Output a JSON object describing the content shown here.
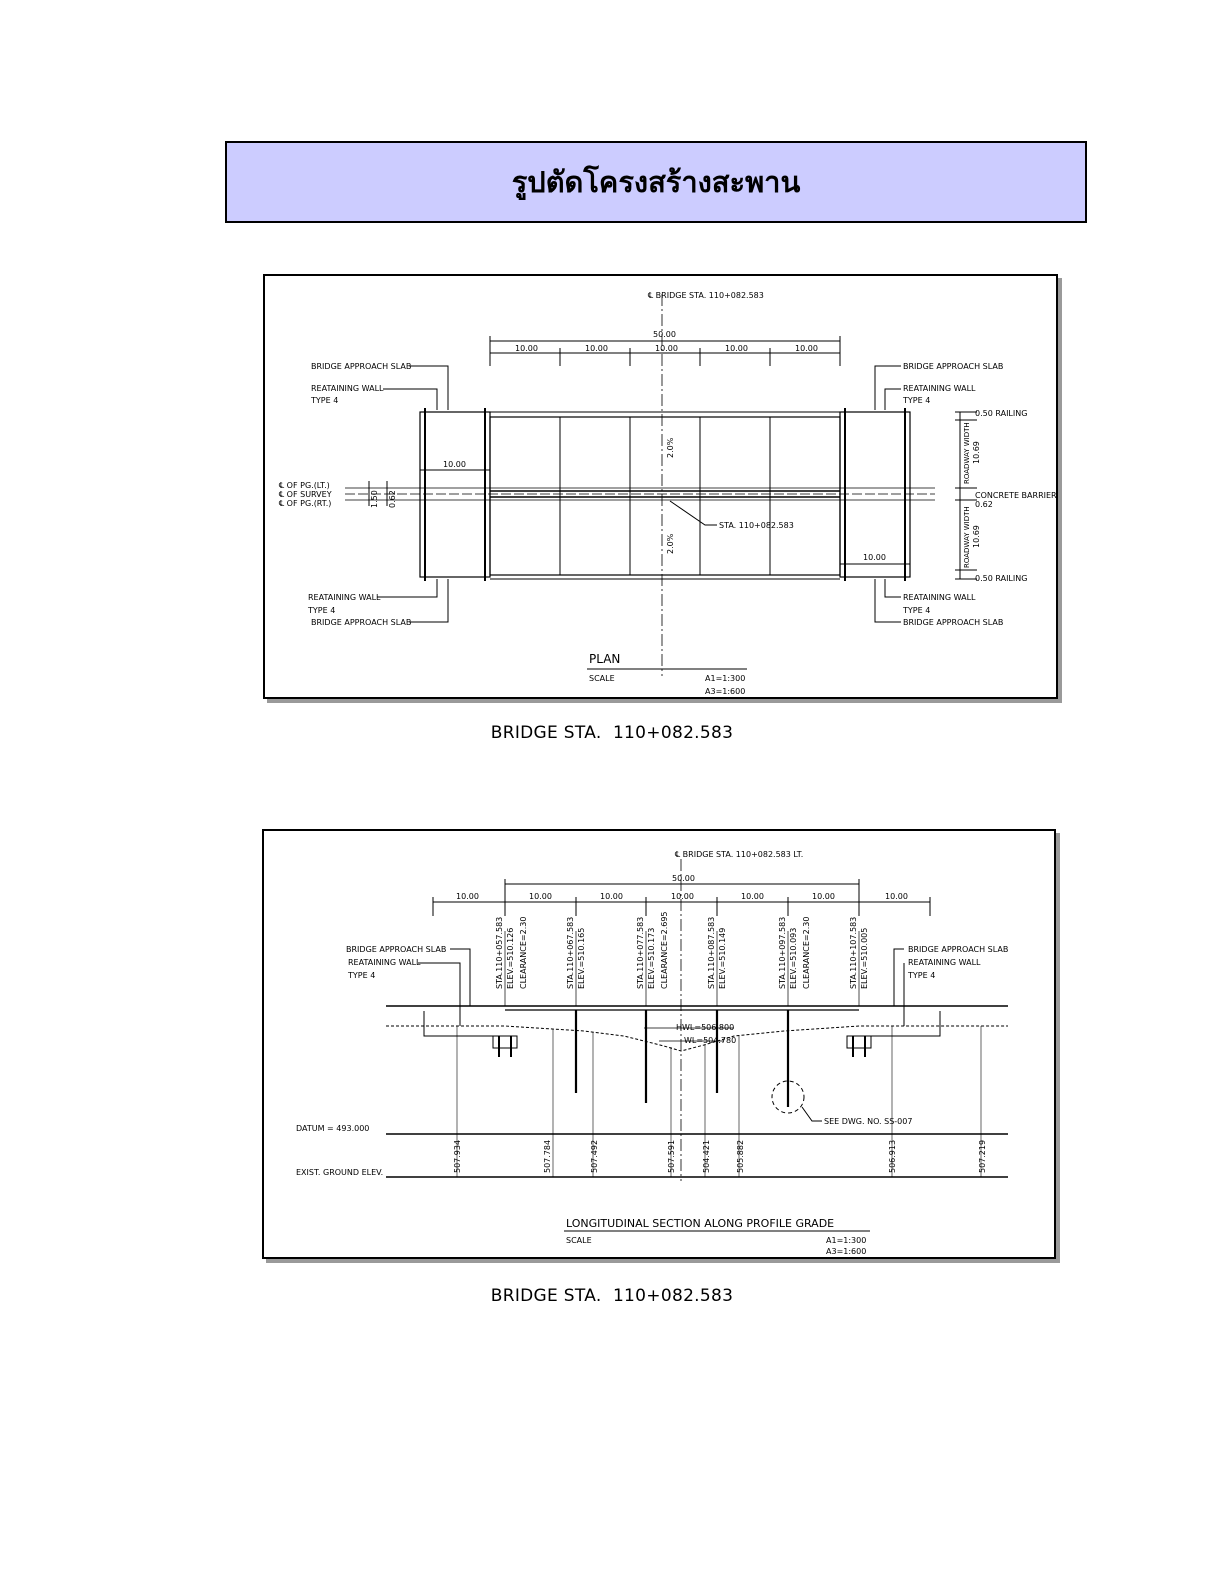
{
  "page": {
    "title": "รูปตัดโครงสร้างสะพาน"
  },
  "plan": {
    "centerline": "℄ BRIDGE STA. 110+082.583",
    "total_span": "50.00",
    "span_labels": [
      "10.00",
      "10.00",
      "10.00",
      "10.00",
      "10.00"
    ],
    "approach_left": "10.00",
    "approach_right": "10.00",
    "left_top_slab": "BRIDGE APPROACH SLAB",
    "left_top_wall": "REATAINING WALL",
    "left_top_type": "TYPE 4",
    "right_top_slab": "BRIDGE APPROACH SLAB",
    "right_top_wall": "REATAINING WALL",
    "right_top_type": "TYPE 4",
    "left_bottom_wall": "REATAINING WALL",
    "left_bottom_type": "TYPE 4",
    "left_bottom_slab": "BRIDGE APPROACH SLAB",
    "right_bottom_wall": "REATAINING WALL",
    "right_bottom_type": "TYPE 4",
    "right_bottom_slab": "BRIDGE APPROACH SLAB",
    "pg_lt": "℄ OF PG.(LT.)",
    "survey": "℄ OF SURVEY",
    "pg_rt": "℄ OF PG.(RT.)",
    "offset_1": "1.50",
    "offset_2": "0.62",
    "railing_top": "0.50 RAILING",
    "roadway_top": "ROADWAY WIDTH",
    "roadway_top_value": "10.69",
    "barrier": "CONCRETE BARRIER",
    "barrier_value": "0.62",
    "roadway_bottom": "ROADWAY WIDTH",
    "roadway_bottom_value": "10.69",
    "railing_bottom": "0.50 RAILING",
    "slope_top": "2.0%",
    "slope_bottom": "2.0%",
    "sta_callout": "STA. 110+082.583",
    "view_title": "PLAN",
    "scale_label": "SCALE",
    "scale_a1": "A1=1:300",
    "scale_a3": "A3=1:600"
  },
  "plan_caption": "BRIDGE STA.  110+082.583",
  "section": {
    "centerline": "℄ BRIDGE STA. 110+082.583 LT.",
    "total_span": "50.00",
    "span_labels": [
      "10.00",
      "10.00",
      "10.00",
      "10.00",
      "10.00",
      "10.00",
      "10.00"
    ],
    "station_labels": [
      "STA.110+057.583",
      "ELEV.=510.126",
      "CLEARANCE=2.30",
      "STA.110+067.583",
      "ELEV.=510.165",
      "STA.110+077.583",
      "ELEV.=510.173",
      "CLEARANCE=2.695",
      "STA.110+087.583",
      "ELEV.=510.149",
      "STA.110+097.583",
      "ELEV.=510.093",
      "CLEARANCE=2.30",
      "STA.110+107.583",
      "ELEV.=510.005"
    ],
    "left_slab": "BRIDGE APPROACH SLAB",
    "left_wall": "REATAINING WALL",
    "left_type": "TYPE 4",
    "right_slab": "BRIDGE APPROACH SLAB",
    "right_wall": "REATAINING WALL",
    "right_type": "TYPE 4",
    "hwl": "HWL=506.800",
    "wl": "WL=504.780",
    "see_dwg": "SEE DWG. NO. SS-007",
    "datum": "DATUM = 493.000",
    "ground_label": "EXIST. GROUND ELEV.",
    "ground_elevs": [
      "507.934",
      "507.784",
      "507.492",
      "507.591",
      "504.421",
      "505.882",
      "506.913",
      "507.219"
    ],
    "view_title": "LONGITUDINAL SECTION ALONG PROFILE GRADE",
    "scale_label": "SCALE",
    "scale_a1": "A1=1:300",
    "scale_a3": "A3=1:600"
  },
  "section_caption": "BRIDGE STA.  110+082.583"
}
